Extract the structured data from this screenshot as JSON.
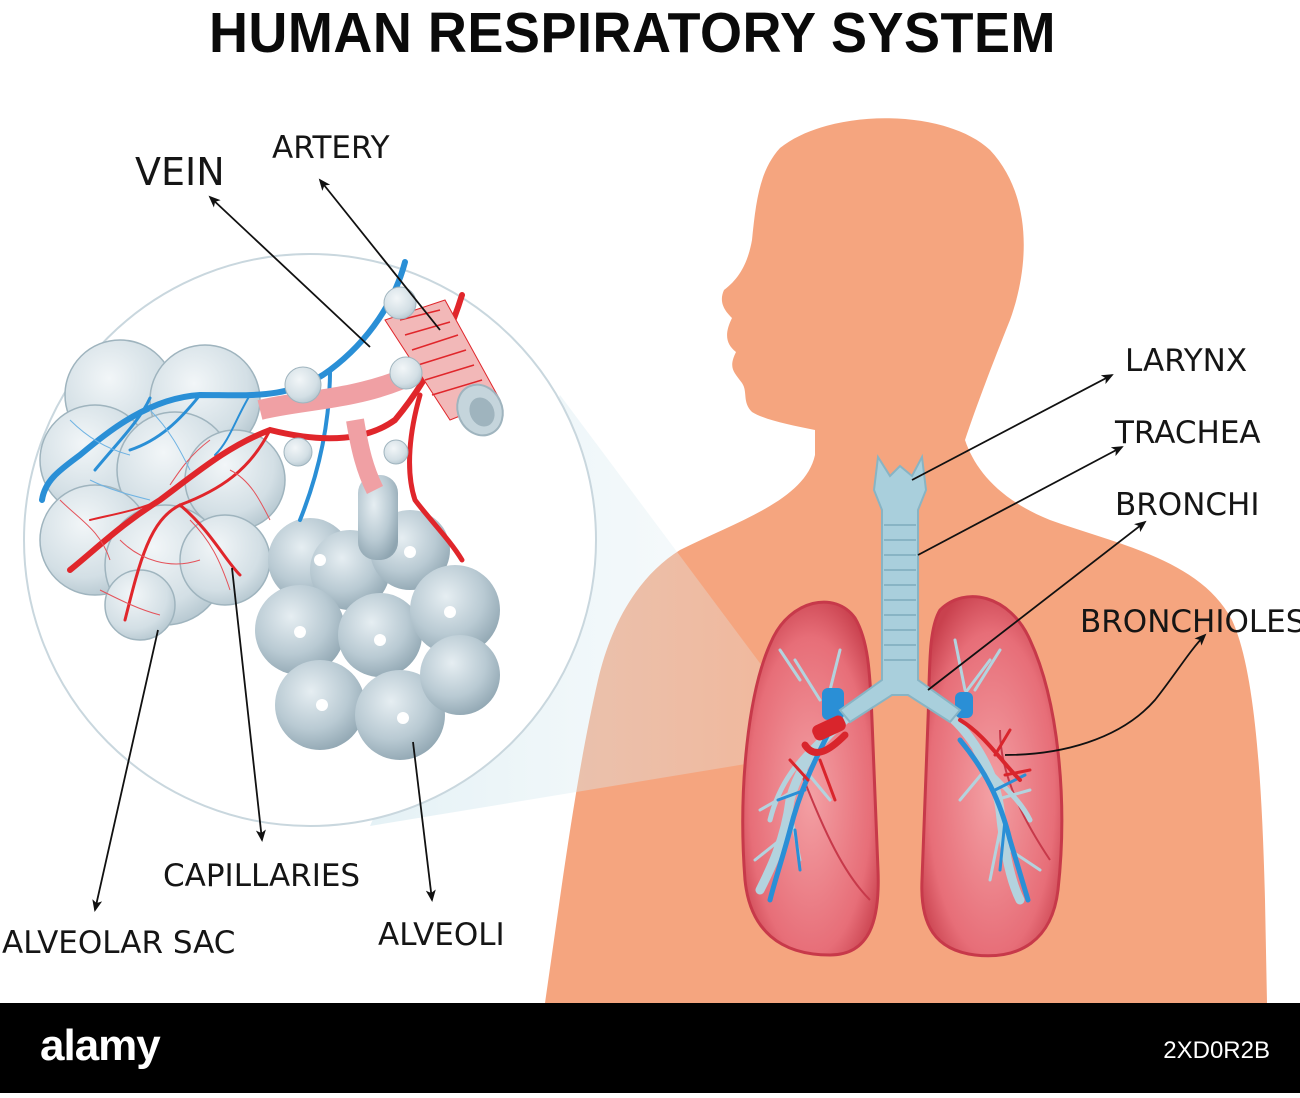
{
  "title": "HUMAN RESPIRATORY SYSTEM",
  "labels": {
    "vein": "VEIN",
    "artery": "ARTERY",
    "larynx": "LARYNX",
    "trachea": "TRACHEA",
    "bronchi": "BRONCHI",
    "bronchioles": "BRONCHIOLES",
    "capillaries": "CAPILLARIES",
    "alveolar_sac": "ALVEOLAR SAC",
    "alveoli": "ALVEOLI"
  },
  "watermark": {
    "logo": "alamy",
    "image_id": "2XD0R2B"
  },
  "colors": {
    "skin": "#F5A57F",
    "lung": "#E8707A",
    "lung_light": "#F49AA0",
    "airway": "#A9CFDC",
    "vein": "#2A8FD6",
    "artery": "#E0262B",
    "alveoli": "#B8C9D2",
    "arrow": "#111111"
  }
}
